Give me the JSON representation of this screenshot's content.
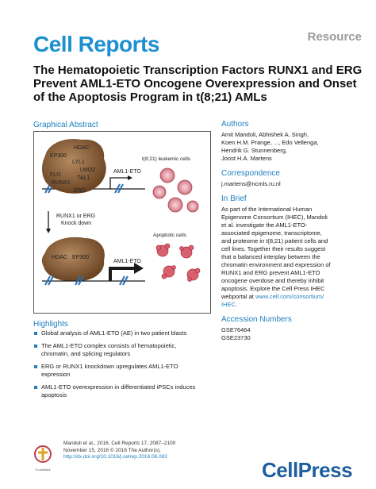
{
  "header": {
    "journal_name": "Cell Reports",
    "article_type": "Resource",
    "title": "The Hematopoietic Transcription Factors RUNX1 and ERG Prevent AML1-ETO Oncogene Overexpression and Onset of the Apoptosis Program in t(8;21) AMLs"
  },
  "graphical_abstract": {
    "heading": "Graphical Abstract",
    "top_complex_labels": [
      "HDAC",
      "EP300",
      "LYL1",
      "LMO2",
      "FLI1",
      "TAL1",
      "RUNX1",
      "ERG"
    ],
    "gene_label_top": "AML1-ETO",
    "cells_label_top": "t(8;21) leukemic cells",
    "knockdown_label_1": "RUNX1 or ERG",
    "knockdown_label_2": "Knock down",
    "bottom_complex_labels": [
      "HDAC",
      "EP300"
    ],
    "gene_label_bottom": "AML1-ETO",
    "cells_label_bottom": "Apoptotic cells"
  },
  "authors": {
    "heading": "Authors",
    "lines": [
      "Amit Mandoli, Abhishek A. Singh,",
      "Koen H.M. Prange, ..., Edo Vellenga,",
      "Hendrik G. Stunnenberg,",
      "Joost H.A. Martens"
    ]
  },
  "correspondence": {
    "heading": "Correspondence",
    "email": "j.martens@ncmls.ru.nl"
  },
  "in_brief": {
    "heading": "In Brief",
    "lines": [
      "As part of the International Human",
      "Epigenome Consortium (IHEC), Mandoli",
      "et al. investigate the AML1-ETO-",
      "associated epigenome, transcriptome,",
      "and proteome in t(8;21) patient cells and",
      "cell lines. Together their results suggest",
      "that a balanced interplay between the",
      "chromatin environment and expression of",
      "RUNX1 and ERG prevent AML1-ETO",
      "oncogene overdose and thereby inhibit",
      "apoptosis. Explore the Cell Press IHEC"
    ],
    "last_line_prefix": "webportal at ",
    "link_part1": "www.cell.com/consortium/",
    "link_part2": "IHEC",
    "link_suffix": "."
  },
  "accession": {
    "heading": "Accession Numbers",
    "numbers": [
      "GSE76464",
      "GSE23730"
    ]
  },
  "highlights": {
    "heading": "Highlights",
    "items": [
      [
        "Global analysis of AML1-ETO (AE) in two patient blasts"
      ],
      [
        "The AML1-ETO complex consists of hematopoietic,",
        "chromatin, and splicing regulators"
      ],
      [
        "ERG or RUNX1 knockdown upregulates AML1-ETO",
        "expression"
      ],
      [
        "AML1-ETO overexpression in differentiated iPSCs induces",
        "apoptosis"
      ]
    ]
  },
  "footer": {
    "line1": "Mandoli et al., 2016, Cell Reports 17, 2087–2100",
    "line2": "November 15, 2016 © 2016 The Author(s).",
    "line3": "http://dx.doi.org/10.1016/j.celrep.2016.08.082",
    "crossmark_label": "CrossMark",
    "publisher": "CellPress"
  },
  "colors": {
    "accent": "#1e7fc0",
    "journal_blue": "#1e8fd0",
    "complex_brown": "#7a5230",
    "cell_pink": "#e5a0a8",
    "cell_red": "#c23b4a"
  }
}
